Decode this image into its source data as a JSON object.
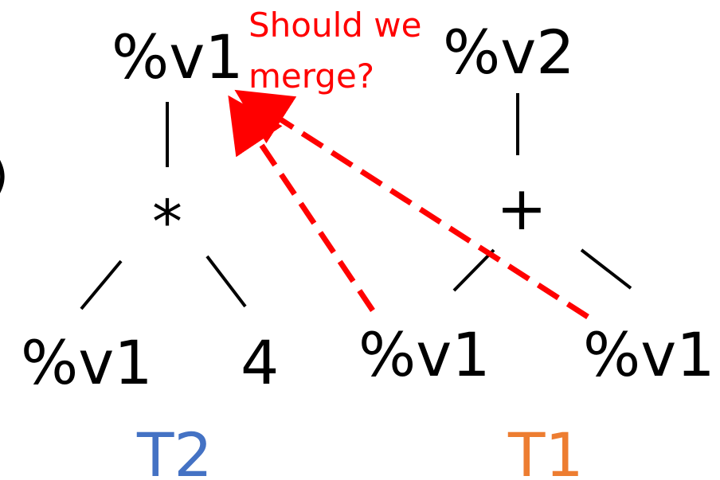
{
  "nodes": {
    "t2_root": "%v1",
    "t2_op": "*",
    "t2_left_leaf": "%v1",
    "t2_right_leaf": "4",
    "t1_root": "%v2",
    "t1_op": "+",
    "t1_left_leaf": "%v1",
    "t1_right_leaf": "%v1"
  },
  "question": {
    "line1": "Should we",
    "line2": "merge?"
  },
  "tree_labels": {
    "left": "T2",
    "right": "T1"
  },
  "edge_fragment": ")",
  "colors": {
    "text": "#000000",
    "question": "#ff0000",
    "arrow": "#ff0000",
    "t2_label": "#4472c4",
    "t1_label": "#ed7d31"
  }
}
